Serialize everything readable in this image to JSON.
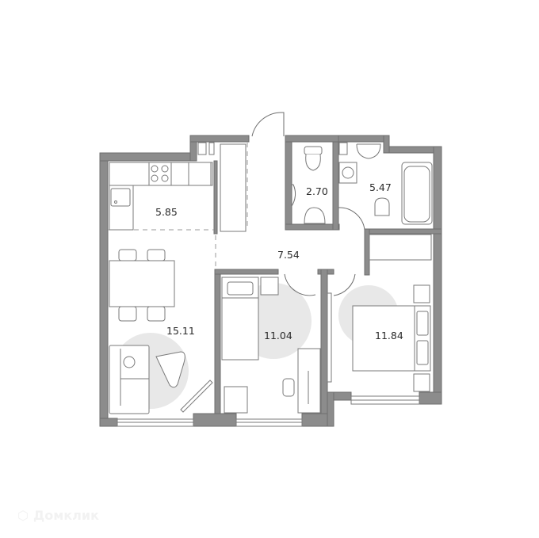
{
  "floor_plan": {
    "rooms": [
      {
        "id": "kitchen",
        "label": "5.85"
      },
      {
        "id": "bathroom_wc",
        "label": "2.70"
      },
      {
        "id": "bathroom",
        "label": "5.47"
      },
      {
        "id": "hall",
        "label": "7.54"
      },
      {
        "id": "living",
        "label": "15.11"
      },
      {
        "id": "bedroom_1",
        "label": "11.04"
      },
      {
        "id": "bedroom_2",
        "label": "11.84"
      }
    ],
    "colors": {
      "wall": "#8c8c8c",
      "wall_outline": "#6e6e6e",
      "furniture_stroke": "#7a7a7a",
      "zone_fill": "#e6e6e6"
    }
  },
  "watermark": {
    "text": "Домклик"
  }
}
